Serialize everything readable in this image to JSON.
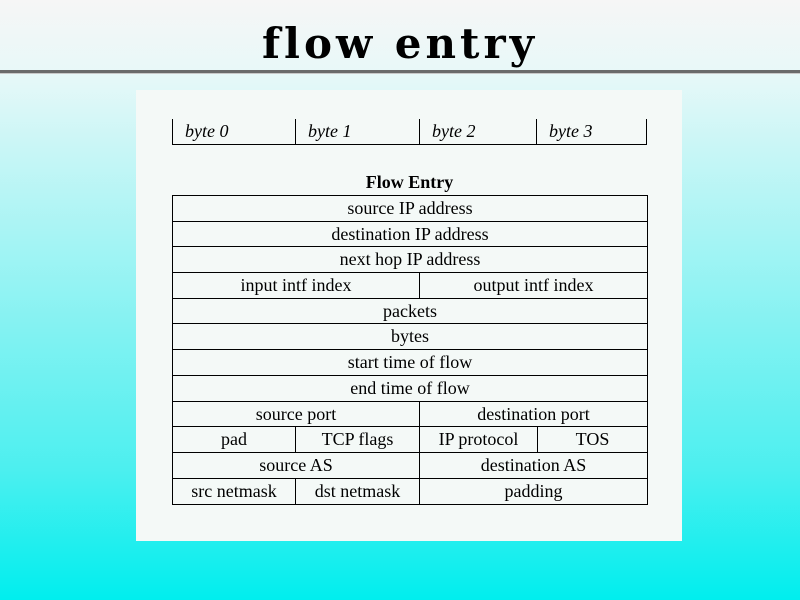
{
  "slide": {
    "title": "flow entry"
  },
  "byte_ruler": [
    "byte 0",
    "byte 1",
    "byte 2",
    "byte 3"
  ],
  "flow_table": {
    "caption": "Flow Entry",
    "rows": [
      [
        "source IP address"
      ],
      [
        "destination IP address"
      ],
      [
        "next hop IP address"
      ],
      [
        "input intf index",
        "output intf index"
      ],
      [
        "packets"
      ],
      [
        "bytes"
      ],
      [
        "start time of flow"
      ],
      [
        "end time of flow"
      ],
      [
        "source port",
        "destination port"
      ],
      [
        "pad",
        "TCP flags",
        "IP protocol",
        "TOS"
      ],
      [
        "source AS",
        "destination AS"
      ],
      [
        "src netmask",
        "dst netmask",
        "padding"
      ]
    ]
  }
}
